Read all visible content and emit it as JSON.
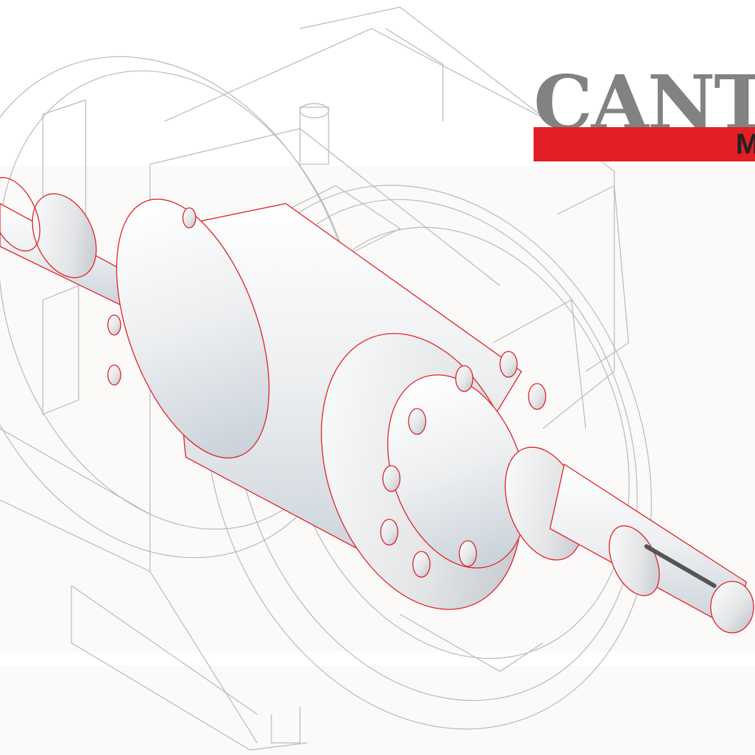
{
  "brand": {
    "name": "CANTO",
    "sub": "M"
  },
  "colors": {
    "accent": "#e31e24",
    "logo_gray": "#828282",
    "line_gray": "#b8b8b8",
    "background": "#fcfaf8"
  },
  "figure": {
    "description_icon": "motor-rotor-exploded-drawing"
  }
}
